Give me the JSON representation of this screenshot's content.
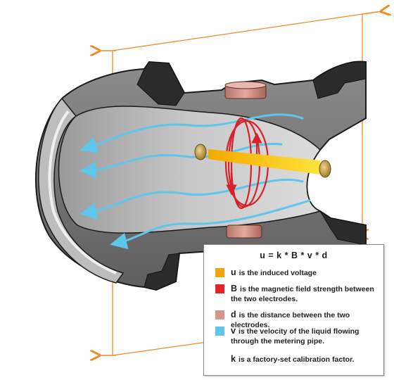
{
  "colors": {
    "voltage": "#f2a60c",
    "magnetic_field": "#e2242b",
    "distance": "#d4968a",
    "velocity": "#5ec6ea",
    "arrow_orange": "#f08a2a",
    "pipe_dark": "#2b2b2b",
    "pipe_mid": "#7a7a7a",
    "pipe_light": "#c9c9c9"
  },
  "legend": {
    "formula": "u = k * B * v * d",
    "items": [
      {
        "symbol": "u",
        "text": "is the induced voltage",
        "color": "#f2a60c"
      },
      {
        "symbol": "B",
        "text": "is the magnetic field strength between the two electrodes.",
        "color": "#e2242b"
      },
      {
        "symbol": "d",
        "text": "is the distance between the two electrodes.",
        "color": "#d4968a"
      },
      {
        "symbol": "v",
        "text": "is the velocity of the liquid flowing through the metering pipe.",
        "color": "#5ec6ea"
      },
      {
        "symbol": "k",
        "text": "is a factory-set calibration factor.",
        "color": ""
      }
    ]
  }
}
